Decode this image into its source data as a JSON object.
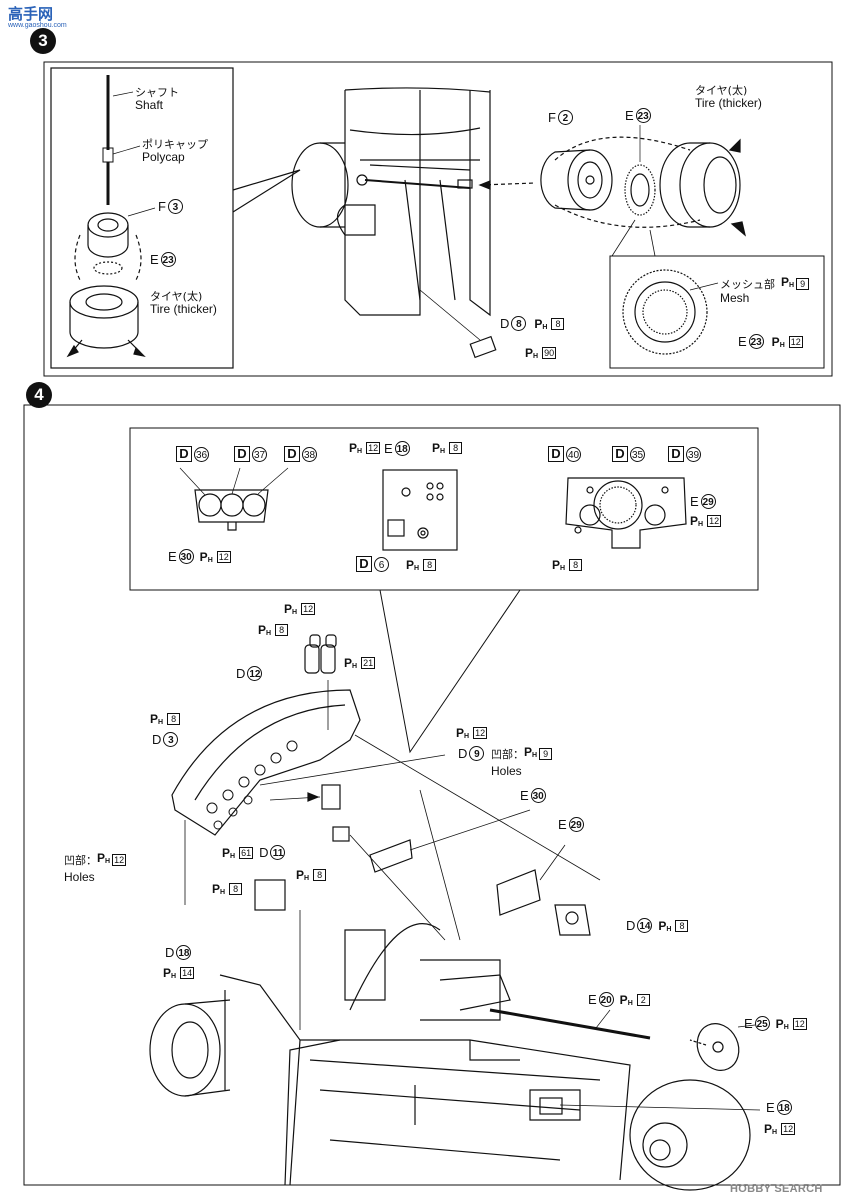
{
  "watermark_top": "高手网",
  "watermark_top_url": "www.gaoshou.com",
  "watermark_bottom": "HOBBY SEARCH",
  "step3": {
    "number": "3",
    "shaft_jp": "シャフト",
    "shaft_en": "Shaft",
    "polycap_jp": "ポリキャップ",
    "polycap_en": "Polycap",
    "f3": {
      "letter": "F",
      "num": "3"
    },
    "e23_left": {
      "letter": "E",
      "num": "23"
    },
    "tire_jp": "タイヤ(太)",
    "tire_en": "Tire (thicker)",
    "f2": {
      "letter": "F",
      "num": "2"
    },
    "e23_top": {
      "letter": "E",
      "num": "23"
    },
    "tire_right_jp": "タイヤ(太)",
    "tire_right_en": "Tire (thicker)",
    "d8": {
      "letter": "D",
      "num": "8",
      "ph": "8"
    },
    "ph90": "90",
    "mesh_jp": "メッシュ部",
    "mesh_en": "Mesh",
    "mesh_ph": "9",
    "e23_detail": {
      "letter": "E",
      "num": "23",
      "ph": "12"
    }
  },
  "step4": {
    "number": "4",
    "inset": {
      "d36": "36",
      "d37": "37",
      "d38": "38",
      "e30": {
        "letter": "E",
        "num": "30",
        "ph": "12"
      },
      "ph12_top": "12",
      "e18": {
        "letter": "E",
        "num": "18"
      },
      "ph8_top": "8",
      "d6": "6",
      "ph8_bottom": "8",
      "d40": "40",
      "d35": "35",
      "d39": "39",
      "e29": {
        "letter": "E",
        "num": "29",
        "ph": "12"
      },
      "ph8_right": "8"
    },
    "main": {
      "ph12_a": "12",
      "ph8_a": "8",
      "d12": {
        "letter": "D",
        "num": "12"
      },
      "ph21": "21",
      "ph8_b": "8",
      "d3": {
        "letter": "D",
        "num": "3"
      },
      "ph12_b": "12",
      "d9": {
        "letter": "D",
        "num": "9"
      },
      "holes1_jp": "凹部：",
      "holes1_ph": "9",
      "holes1_en": "Holes",
      "e30": {
        "letter": "E",
        "num": "30"
      },
      "e29": {
        "letter": "E",
        "num": "29"
      },
      "holes2_jp": "凹部：",
      "holes2_ph": "12",
      "holes2_en": "Holes",
      "ph61": "61",
      "d11": {
        "letter": "D",
        "num": "11"
      },
      "ph8_c": "8",
      "ph8_d": "8",
      "d14": {
        "letter": "D",
        "num": "14",
        "ph": "8"
      },
      "d18": {
        "letter": "D",
        "num": "18"
      },
      "ph14": "14",
      "e20": {
        "letter": "E",
        "num": "20",
        "ph": "2"
      },
      "e25": {
        "letter": "E",
        "num": "25",
        "ph": "12"
      },
      "e18": {
        "letter": "E",
        "num": "18"
      },
      "ph12_c": "12"
    }
  }
}
